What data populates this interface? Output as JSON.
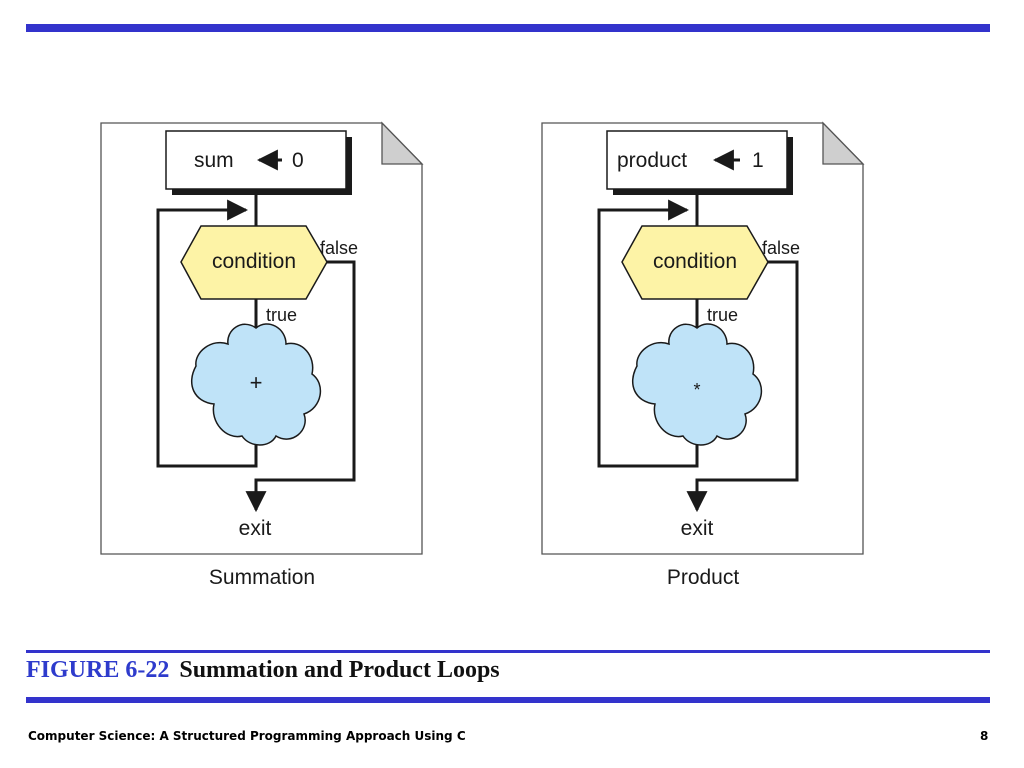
{
  "diagrams": [
    {
      "title": "Summation",
      "init_label": "sum",
      "init_value": "0",
      "condition_label": "condition",
      "false_label": "false",
      "true_label": "true",
      "operator": "+",
      "exit_label": "exit"
    },
    {
      "title": "Product",
      "init_label": "product",
      "init_value": "1",
      "condition_label": "condition",
      "false_label": "false",
      "true_label": "true",
      "operator": "*",
      "exit_label": "exit"
    }
  ],
  "caption": {
    "figure_number": "FIGURE 6-22",
    "title": "Summation and Product Loops"
  },
  "footer": {
    "book_title": "Computer Science: A Structured Programming Approach Using C",
    "page_number": "8"
  },
  "colors": {
    "accent_bar": "#3333cc",
    "figure_number": "#2e3bcc",
    "condition_fill": "#fdf3a6",
    "process_fill": "#bfe3f8"
  }
}
